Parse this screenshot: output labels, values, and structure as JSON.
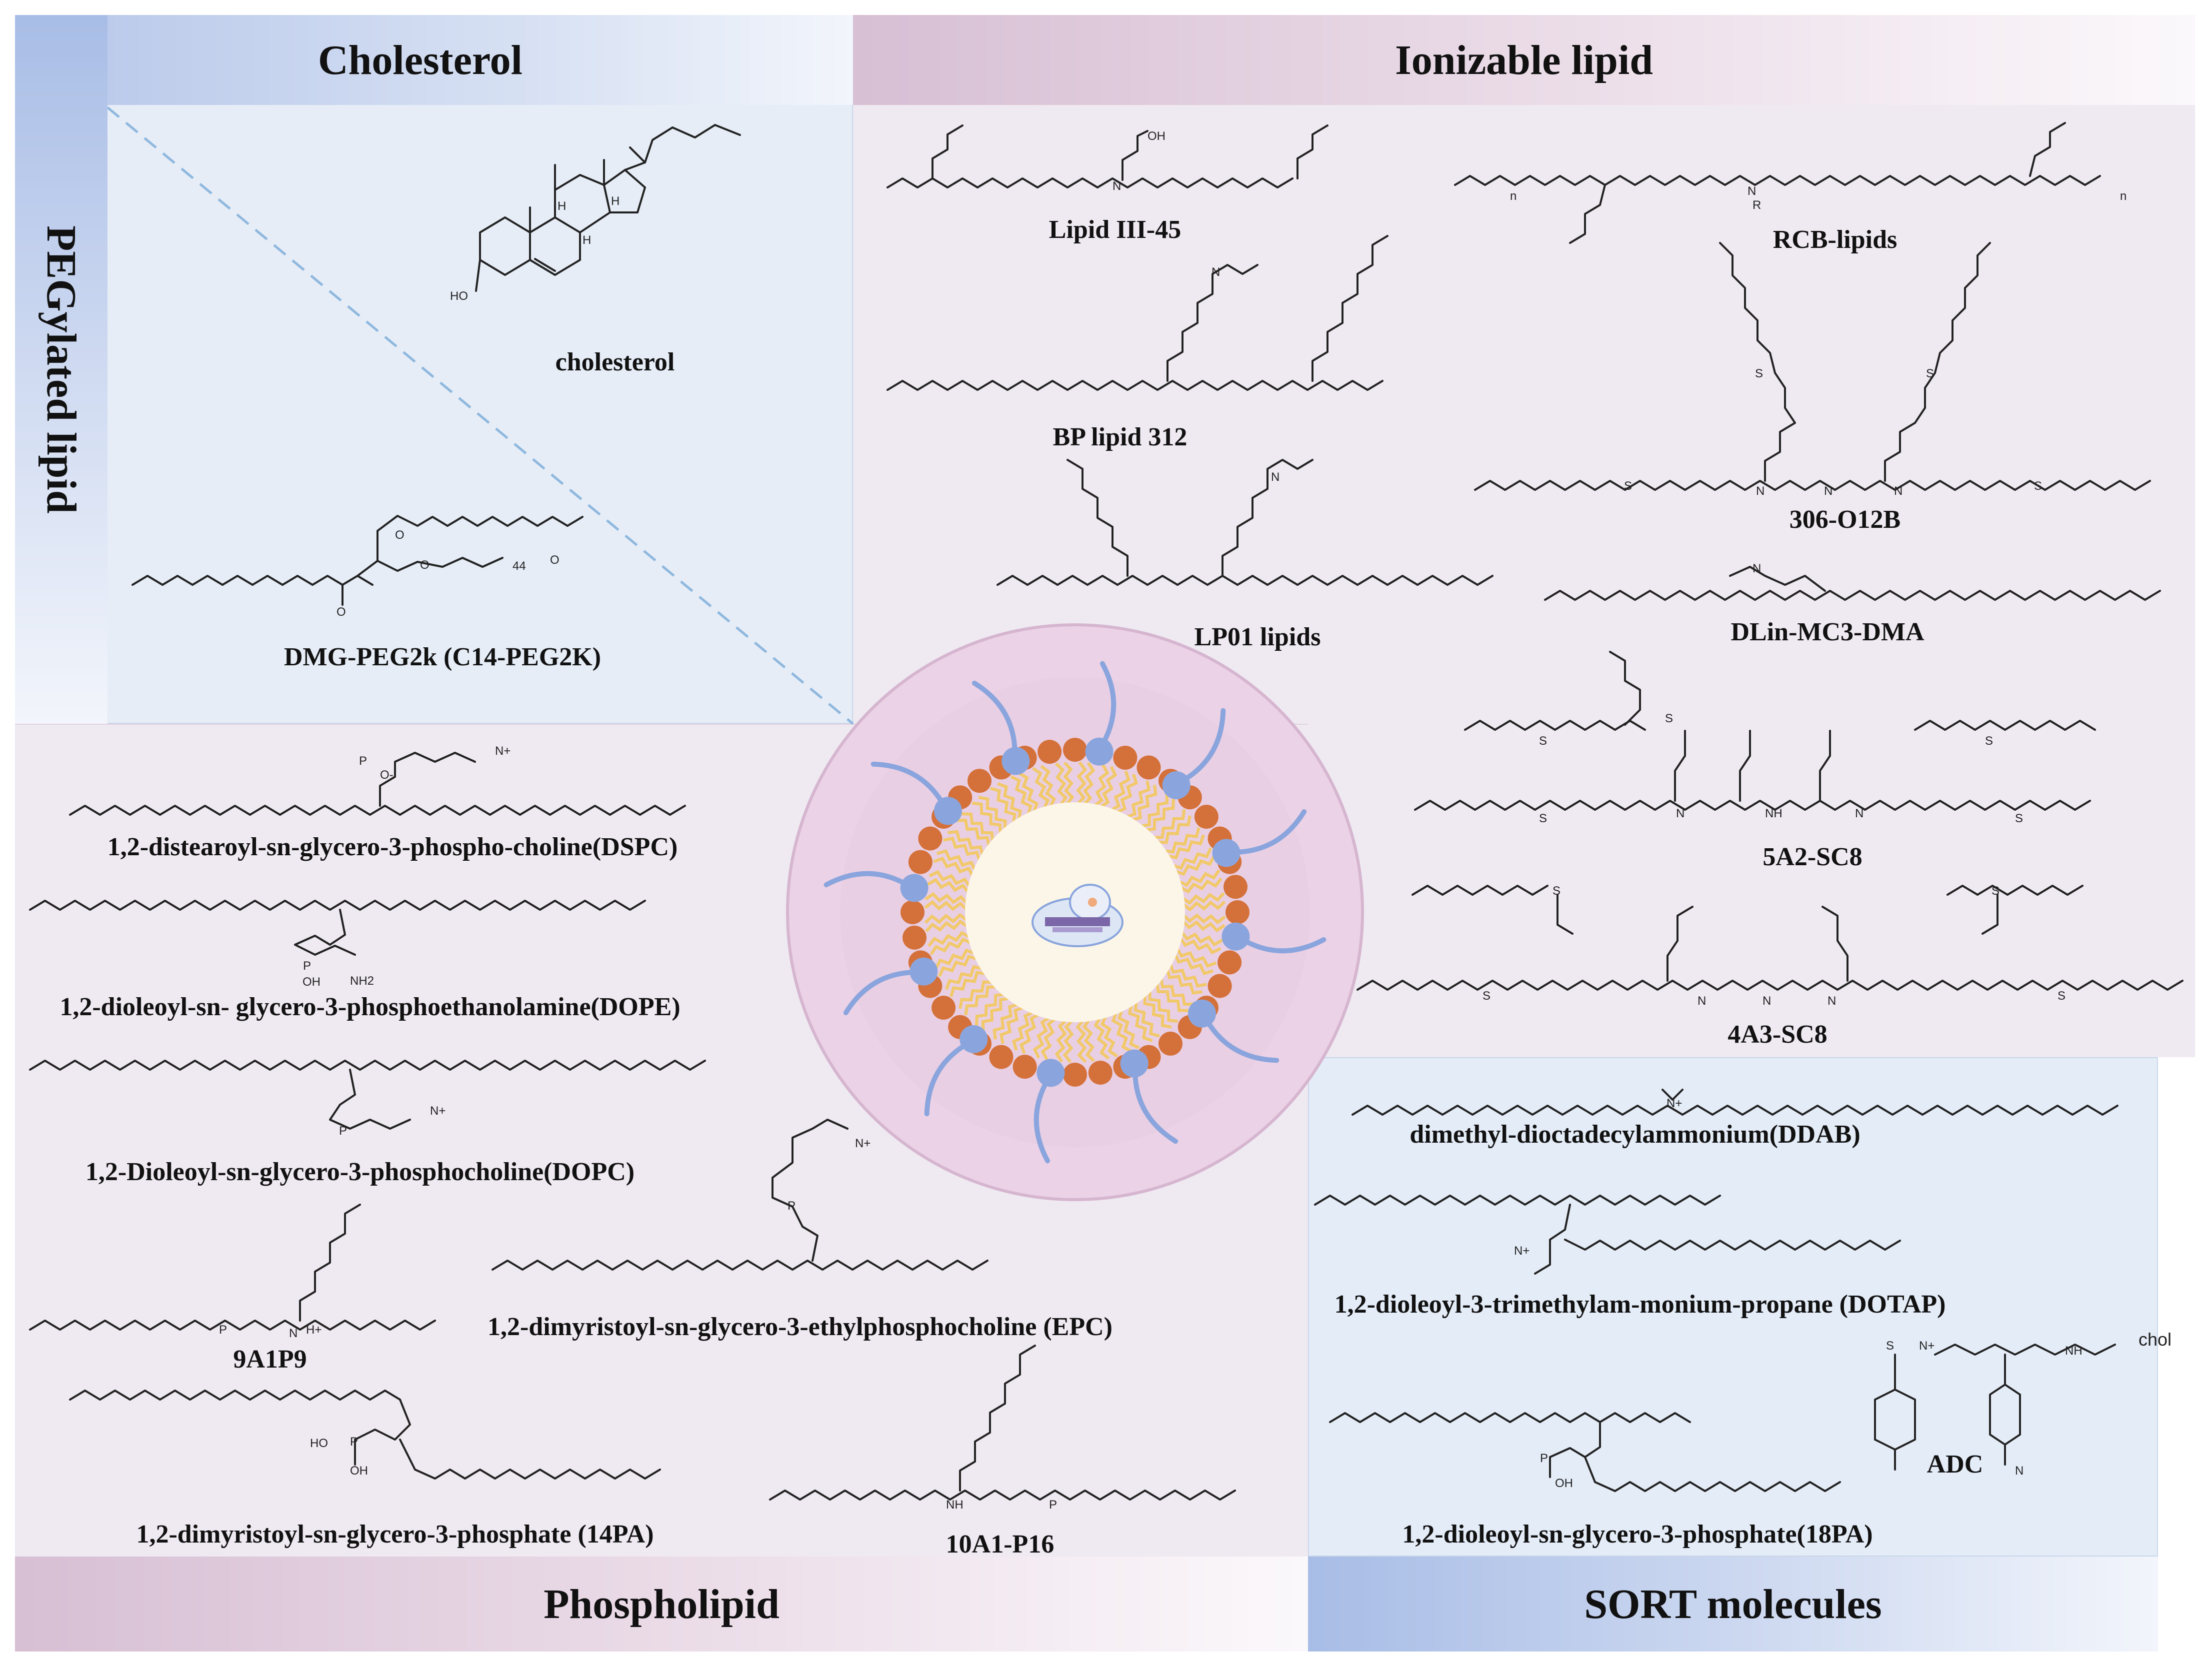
{
  "sections": {
    "cholesterol": "Cholesterol",
    "ionizable": "Ionizable lipid",
    "pegylated": "PEGylated lipid",
    "phospholipid": "Phospholipid",
    "sort": "SORT molecules"
  },
  "molecules": {
    "cholesterol": "cholesterol",
    "dmg_peg": "DMG-PEG2k (C14-PEG2K)",
    "lipid_iii45": "Lipid III-45",
    "rcb": "RCB-lipids",
    "bp312": "BP lipid 312",
    "o12b": "306-O12B",
    "lp01": "LP01 lipids",
    "mc3": "DLin-MC3-DMA",
    "sc8_5a2": "5A2-SC8",
    "sc8_4a3": "4A3-SC8",
    "dspc": "1,2-distearoyl-sn-glycero-3-phospho-choline(DSPC)",
    "dope": "1,2-dioleoyl-sn- glycero-3-phosphoethanolamine(DOPE)",
    "dopc": "1,2-Dioleoyl-sn-glycero-3-phosphocholine(DOPC)",
    "epc": "1,2-dimyristoyl-sn-glycero-3-ethylphosphocholine (EPC)",
    "a1p9": "9A1P9",
    "pa14": "1,2-dimyristoyl-sn-glycero-3-phosphate (14PA)",
    "p16": "10A1-P16",
    "ddab": "dimethyl-dioctadecylammonium(DDAB)",
    "dotap": "1,2-dioleoyl-3-trimethylam-monium-propane (DOTAP)",
    "adc": "ADC",
    "pa18": "1,2-dioleoyl-sn-glycero-3-phosphate(18PA)"
  },
  "atoms": {
    "ho": "HO",
    "oh": "OH",
    "o": "O",
    "n": "N",
    "s": "S",
    "p": "P",
    "nplus": "N+",
    "nh2": "NH2",
    "hplus": "H+",
    "chol": "chol",
    "h": "H",
    "n_sub": "n",
    "r": "R",
    "h_sub": "H",
    "nh": "NH",
    "pminus": "O-",
    "peg_n": "44"
  },
  "colors": {
    "blue_panel": "#e4ecf7",
    "pink_panel": "#efe9f1",
    "blue_header": "#a8bde6",
    "pink_header": "#d7bfd4",
    "head_orange": "#d4713a",
    "tail_yellow": "#f1c96a",
    "peg_blue": "#8aa5dd"
  }
}
